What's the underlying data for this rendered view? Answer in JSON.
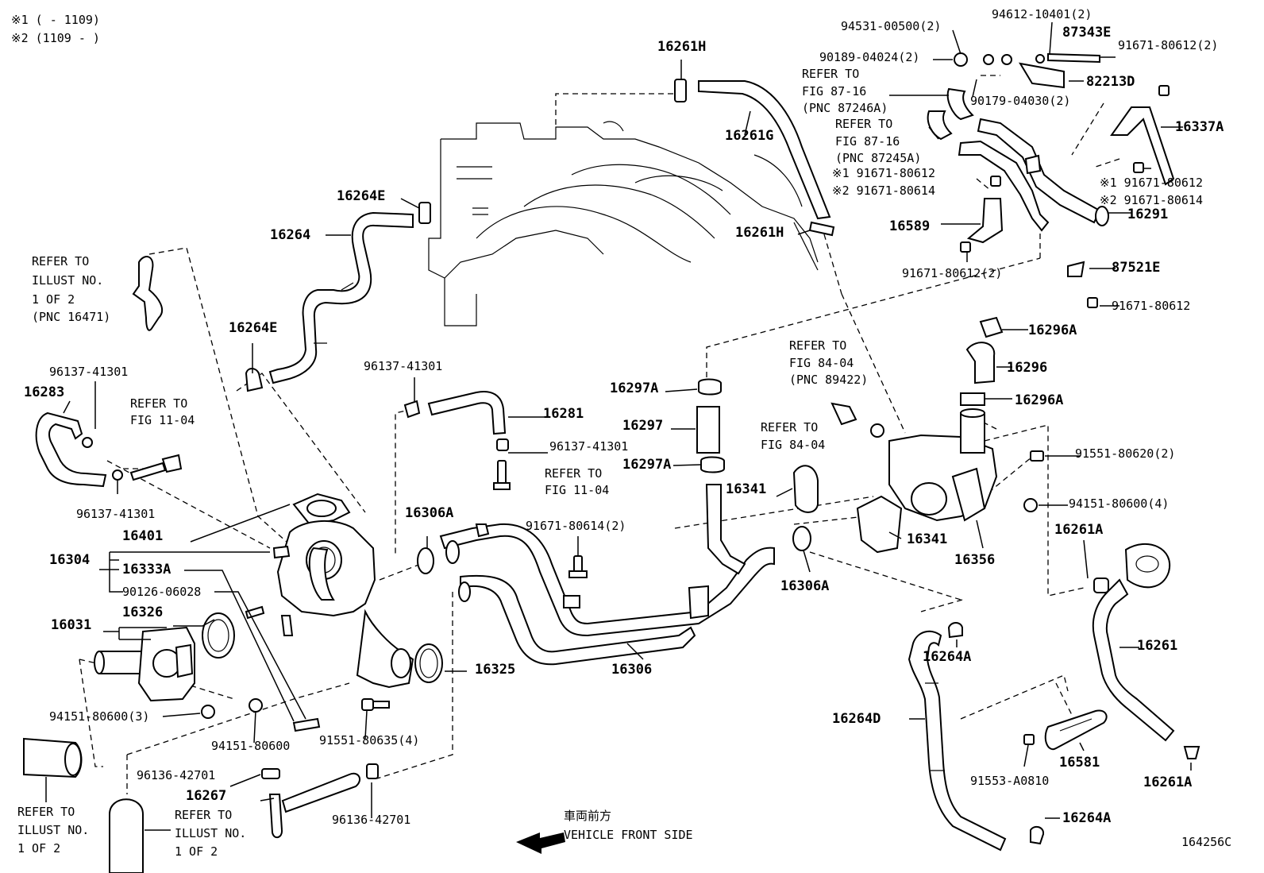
{
  "notes": {
    "n1": "※1 (      - 1109)",
    "n2": "※2 (1109 -      )"
  },
  "illustration_id": "164256C",
  "direction": {
    "jp": "車両前方",
    "en": "VEHICLE FRONT SIDE"
  },
  "refs": {
    "ill_top_1": "REFER TO",
    "ill_top_2": "ILLUST NO.",
    "ill_top_3": "1 OF 2",
    "ill_top_4": "(PNC 16471)",
    "fig8716a_1": "REFER TO",
    "fig8716a_2": "FIG 87-16",
    "fig8716a_3": "(PNC 87246A)",
    "fig8716b_1": "REFER TO",
    "fig8716b_2": "FIG 87-16",
    "fig8716b_3": "(PNC 87245A)",
    "fig1104a_1": "REFER TO",
    "fig1104a_2": "FIG 11-04",
    "fig1104b_1": "REFER TO",
    "fig1104b_2": "FIG 11-04",
    "fig8404a_1": "REFER TO",
    "fig8404a_2": "FIG 84-04",
    "fig8404a_3": "(PNC 89422)",
    "fig8404b_1": "REFER TO",
    "fig8404b_2": "FIG 84-04",
    "ill_bl_1": "REFER TO",
    "ill_bl_2": "ILLUST NO.",
    "ill_bl_3": "1 OF 2",
    "ill_bc_1": "REFER TO",
    "ill_bc_2": "ILLUST NO.",
    "ill_bc_3": "1 OF 2"
  },
  "parts": {
    "p16261H_top": "16261H",
    "p16261G": "16261G",
    "p16261H_mid": "16261H",
    "p16264E_top": "16264E",
    "p16264": "16264",
    "p16264E_mid": "16264E",
    "p16283": "16283",
    "p96137_a": "96137-41301",
    "p96137_b": "96137-41301",
    "p96137_c": "96137-41301",
    "p96137_d": "96137-41301",
    "p16281": "16281",
    "p16297A_a": "16297A",
    "p16297": "16297",
    "p16297A_b": "16297A",
    "p16341_a": "16341",
    "p16341_b": "16341",
    "p16356": "16356",
    "p16306A_a": "16306A",
    "p16306A_b": "16306A",
    "p91671_80614_2": "91671-80614(2)",
    "p16401": "16401",
    "p16304": "16304",
    "p16333A": "16333A",
    "p90126": "90126-06028",
    "p16031": "16031",
    "p16326": "16326",
    "p16325": "16325",
    "p16306": "16306",
    "p94151_3": "94151-80600(3)",
    "p94151_single": "94151-80600",
    "p91551_635": "91551-80635(4)",
    "p96136_a": "96136-42701",
    "p96136_b": "96136-42701",
    "p16267": "16267",
    "p94531": "94531-00500(2)",
    "p94612": "94612-10401(2)",
    "p87343E": "87343E",
    "p91671_612_2_top": "91671-80612(2)",
    "p90189": "90189-04024(2)",
    "p82213D": "82213D",
    "p90179": "90179-04030(2)",
    "p16337A": "16337A",
    "p91671_612_s1a": "※1 91671-80612",
    "p91671_614_s2a": "※2 91671-80614",
    "p91671_612_s1b": "※1 91671-80612",
    "p91671_614_s2b": "※2 91671-80614",
    "p16291": "16291",
    "p16589": "16589",
    "p91671_612_2_mid": "91671-80612(2)",
    "p87521E": "87521E",
    "p91671_612_single": "91671-80612",
    "p16296A_a": "16296A",
    "p16296": "16296",
    "p16296A_b": "16296A",
    "p91551_620": "91551-80620(2)",
    "p94151_4": "94151-80600(4)",
    "p16261A_a": "16261A",
    "p16261": "16261",
    "p16261A_b": "16261A",
    "p16264A_a": "16264A",
    "p16264D": "16264D",
    "p16581": "16581",
    "p91553": "91553-A0810",
    "p16264A_b": "16264A"
  }
}
